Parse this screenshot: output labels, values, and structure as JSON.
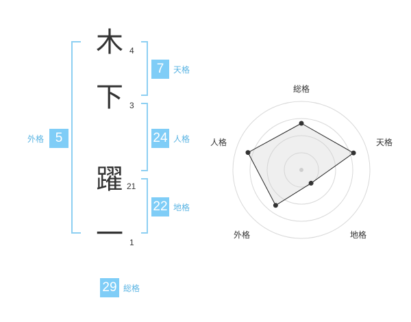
{
  "name_chars": [
    {
      "char": "木",
      "strokes": "4"
    },
    {
      "char": "下",
      "strokes": "3"
    },
    {
      "char": "躍",
      "strokes": "21"
    },
    {
      "char": "一",
      "strokes": "1"
    }
  ],
  "fortunes": {
    "tenkaku": {
      "value": "7",
      "label": "天格"
    },
    "jinkaku": {
      "value": "24",
      "label": "人格"
    },
    "chikaku": {
      "value": "22",
      "label": "地格"
    },
    "gaikaku": {
      "value": "5",
      "label": "外格"
    },
    "soukaku": {
      "value": "29",
      "label": "総格"
    }
  },
  "colors": {
    "accent": "#7fcdf7",
    "accent_text": "#5ab4e3",
    "bracket": "#8ccff2"
  },
  "chart_data": {
    "type": "radar",
    "axes": [
      "総格",
      "天格",
      "地格",
      "外格",
      "人格"
    ],
    "values": [
      0.68,
      0.8,
      0.24,
      0.64,
      0.82
    ],
    "range": [
      0,
      1
    ],
    "rings": 4
  }
}
